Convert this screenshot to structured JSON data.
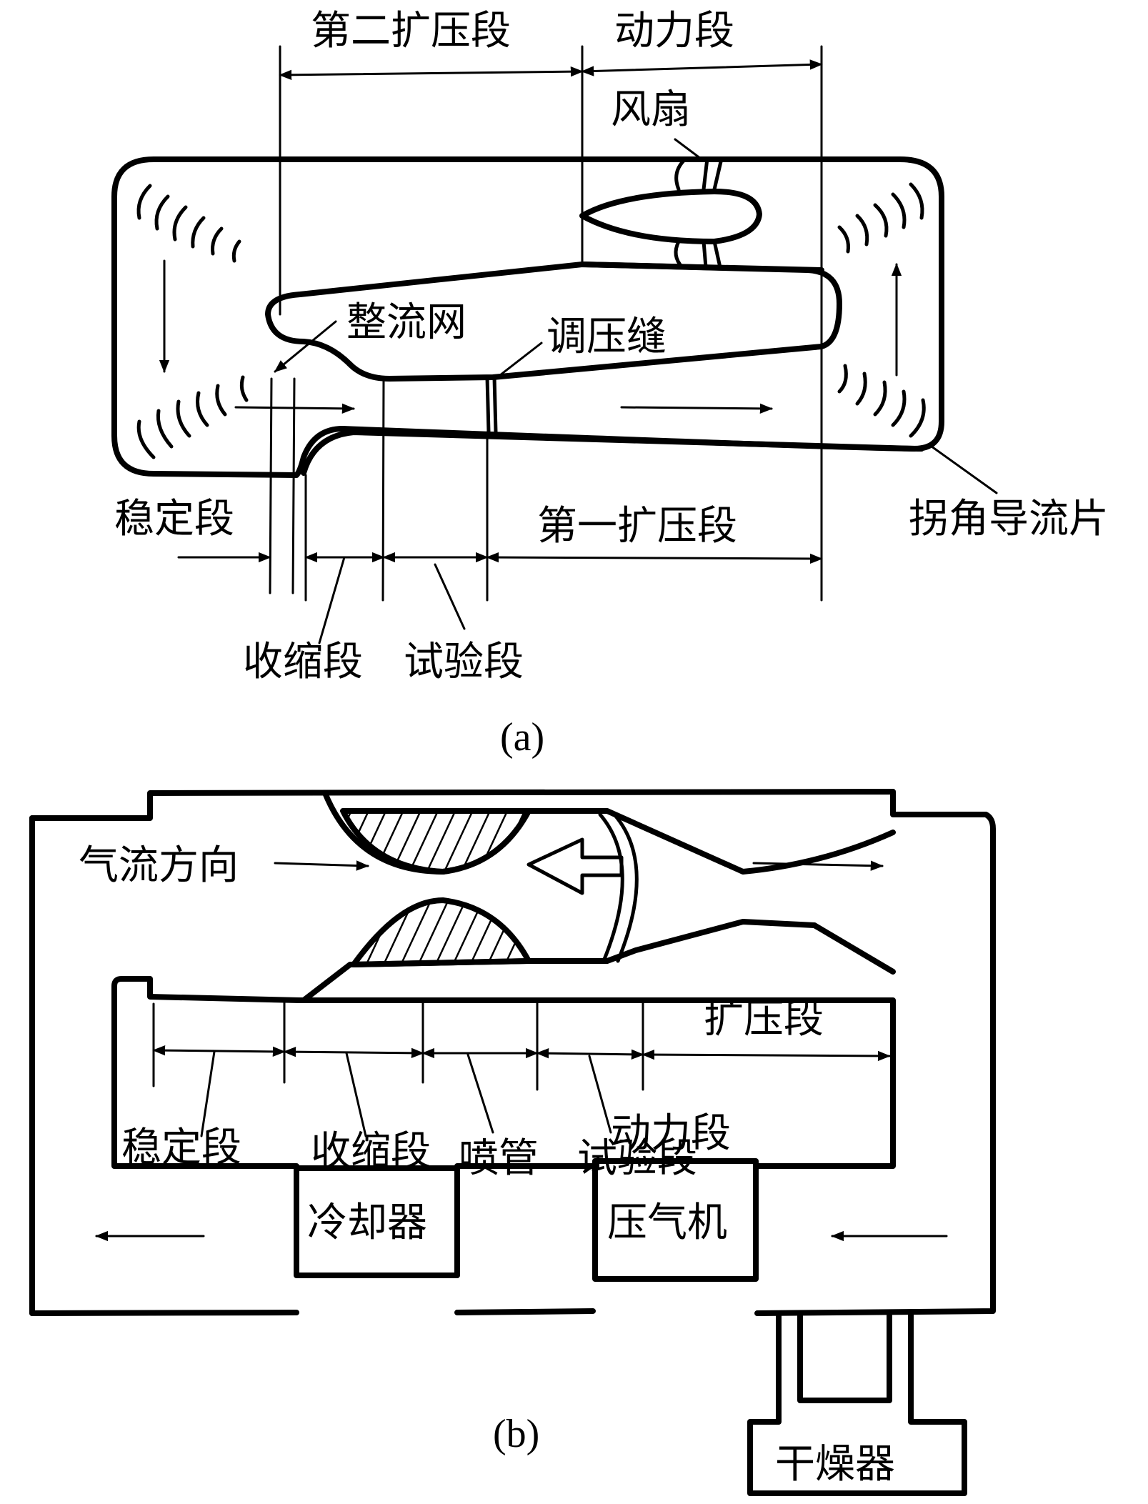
{
  "figure_a": {
    "caption": "(a)",
    "labels": {
      "second_diffuser": "第二扩压段",
      "power_section": "动力段",
      "fan": "风扇",
      "honeycomb_screen": "整流网",
      "pressure_slot": "调压缝",
      "settling_chamber": "稳定段",
      "first_diffuser": "第一扩压段",
      "turning_vanes": "拐角导流片",
      "contraction": "收缩段",
      "test_section": "试验段"
    }
  },
  "figure_b": {
    "caption": "(b)",
    "labels": {
      "airflow_direction": "气流方向",
      "diffuser": "扩压段",
      "settling_chamber": "稳定段",
      "contraction": "收缩段",
      "nozzle": "喷管",
      "test_section": "试验段",
      "power_section": "动力段",
      "cooler": "冷却器",
      "compressor": "压气机",
      "dryer": "干燥器"
    }
  }
}
